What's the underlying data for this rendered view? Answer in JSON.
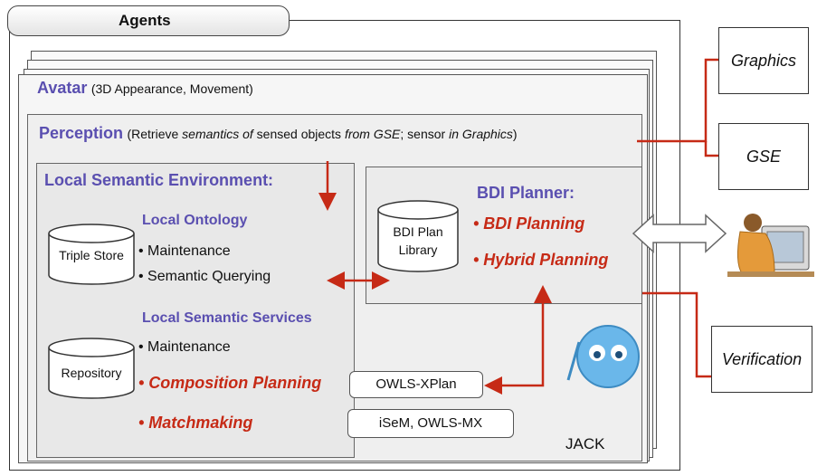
{
  "agents_tab": "Agents",
  "avatar": {
    "title": "Avatar",
    "desc": "(3D Appearance, Movement)"
  },
  "perception": {
    "title": "Perception",
    "desc_1": "(Retrieve ",
    "desc_2": "semantics of",
    "desc_3": " sensed objects ",
    "desc_4": "from GSE",
    "desc_5": "; sensor ",
    "desc_6": "in Graphics",
    "desc_7": ")"
  },
  "lse": {
    "title": "Local Semantic Environment:",
    "triple_store": "Triple Store",
    "local_ontology": "Local Ontology",
    "ontology_items": [
      "• Maintenance",
      "• Semantic Querying"
    ],
    "repository": "Repository",
    "local_services": "Local Semantic Services",
    "services_item": "• Maintenance",
    "composition": "• Composition Planning",
    "matchmaking": "• Matchmaking"
  },
  "bdi": {
    "title": "BDI Planner:",
    "library_line1": "BDI Plan",
    "library_line2": "Library",
    "planning": "• BDI Planning",
    "hybrid": "• Hybrid Planning"
  },
  "owls_xplan": "OWLS-XPlan",
  "isem": "iSeM, OWLS-MX",
  "jack": "JACK",
  "external": {
    "graphics": "Graphics",
    "gse": "GSE",
    "verification": "Verification"
  },
  "colors": {
    "accent_red": "#c62a16",
    "heading_purple": "#5a4fb0"
  }
}
